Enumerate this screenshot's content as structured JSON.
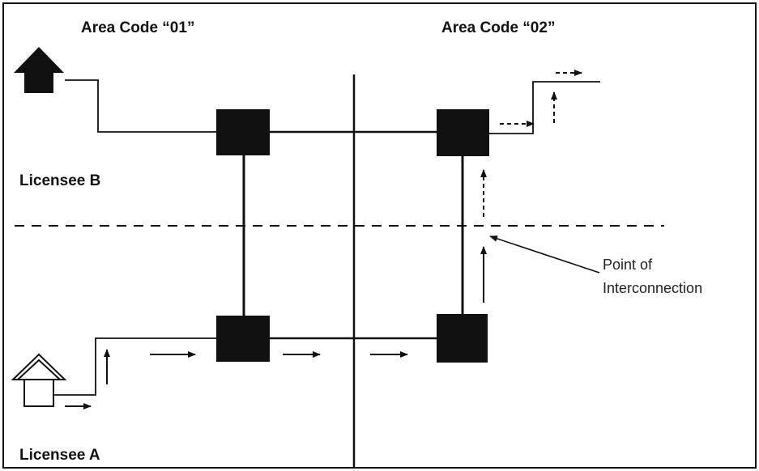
{
  "labels": {
    "area_code_01": "Area Code “01”",
    "area_code_02": "Area Code “02”",
    "licensee_b": "Licensee B",
    "licensee_a": "Licensee A",
    "poi_line1": "Point of",
    "poi_line2": "Interconnection"
  },
  "colors": {
    "ink": "#111111",
    "background": "#ffffff"
  },
  "icons": {
    "licensee_b_house": "filled-house-icon",
    "licensee_a_house": "outline-house-icon",
    "switch": "filled-square-switch"
  }
}
